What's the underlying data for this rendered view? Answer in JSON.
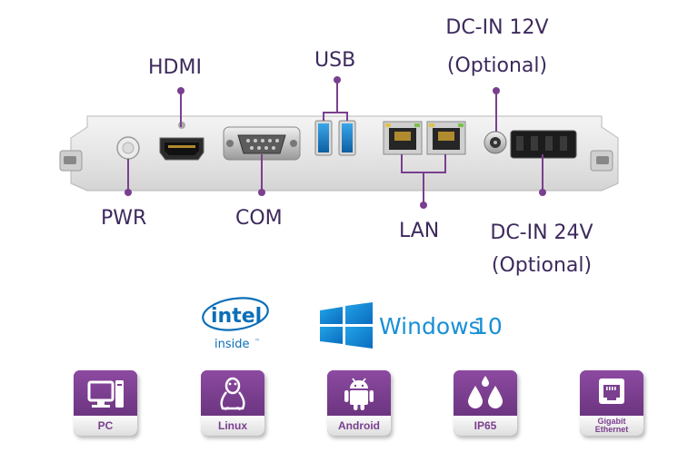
{
  "labels": {
    "hdmi": "HDMI",
    "usb": "USB",
    "dc_in_12v": "DC-IN 12V",
    "dc_in_12v_opt": "(Optional)",
    "pwr": "PWR",
    "com": "COM",
    "lan": "LAN",
    "dc_in_24v": "DC-IN 24V",
    "dc_in_24v_opt": "(Optional)"
  },
  "logos": {
    "intel_word": "intel",
    "intel_inside": "inside",
    "windows_word": "Windows",
    "windows_version": "10"
  },
  "tiles": [
    {
      "label": "PC",
      "icon": "pc-icon"
    },
    {
      "label": "Linux",
      "icon": "linux-penguin-icon"
    },
    {
      "label": "Android",
      "icon": "android-icon"
    },
    {
      "label": "IP65",
      "icon": "water-drops-icon"
    },
    {
      "label_line1": "Gigabit",
      "label_line2": "Ethernet",
      "icon": "ethernet-port-icon"
    }
  ],
  "colors": {
    "label_text": "#3d2a5c",
    "leader": "#7a3f8e",
    "tile_purple": "#7a3f8e",
    "intel_blue": "#0b6fb8",
    "windows_blue": "#1a8fd6"
  }
}
